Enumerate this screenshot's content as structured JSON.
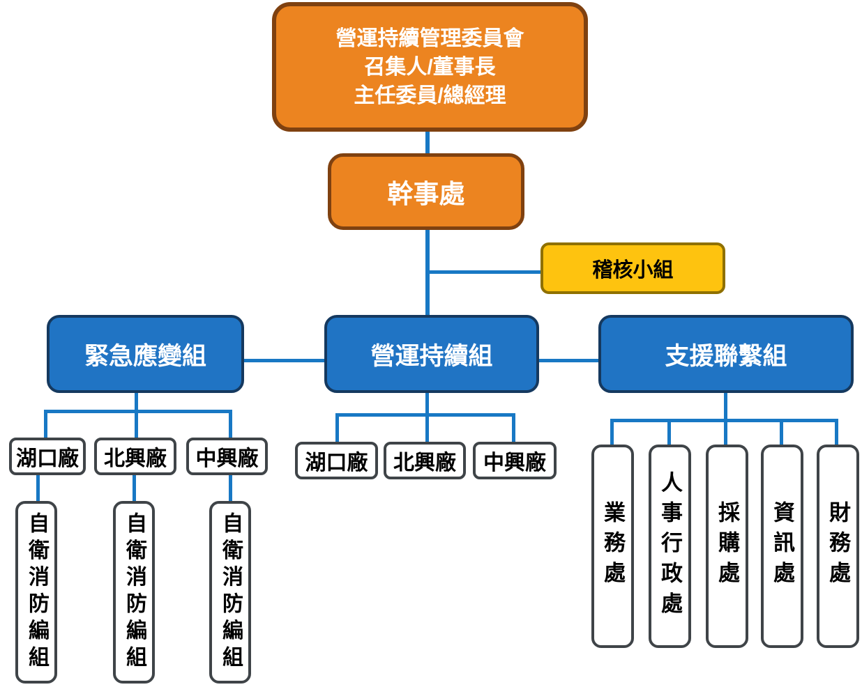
{
  "committee": {
    "line1": "營運持續管理委員會",
    "line2": "召集人/董事長",
    "line3": "主任委員/總經理"
  },
  "secretariat": {
    "label": "幹事處"
  },
  "audit": {
    "label": "稽核小組"
  },
  "teams": {
    "emergency": "緊急應變組",
    "continuity": "營運持續組",
    "support": "支援聯繫組"
  },
  "emergency_plants": [
    "湖口廠",
    "北興廠",
    "中興廠"
  ],
  "emergency_subunits": [
    "自衛消防編組",
    "自衛消防編組",
    "自衛消防編組"
  ],
  "continuity_plants": [
    "湖口廠",
    "北興廠",
    "中興廠"
  ],
  "support_departments": [
    "業務處",
    "人事行政處",
    "採購處",
    "資訊處",
    "財務處"
  ],
  "colors": {
    "connector": "#1878C4",
    "orange_fill": "#EC8420",
    "orange_border": "#7F4110",
    "yellow_fill": "#FEC30F",
    "yellow_border": "#8F7000",
    "blue_fill": "#2074C4",
    "blue_border": "#15395F",
    "white_box_border": "#3F4448"
  }
}
